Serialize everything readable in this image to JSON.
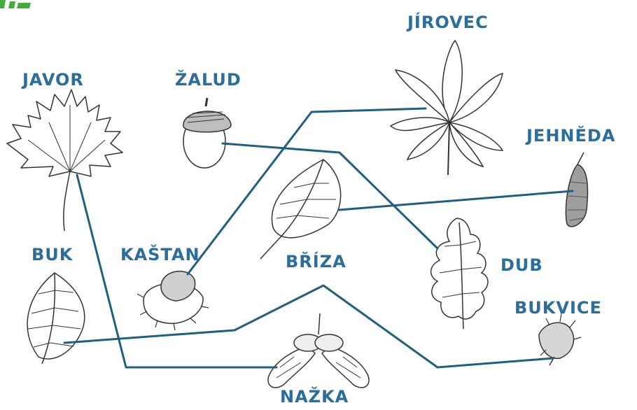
{
  "colors": {
    "label": "#2b6e9c",
    "line": "#1f5f7f",
    "ink": "#333333",
    "corner_accent": "#3fae3f"
  },
  "labels": {
    "javor": "JAVOR",
    "zalud": "ŽALUD",
    "jirovec": "JÍROVEC",
    "jehneda": "JEHNĚDA",
    "buk": "BUK",
    "kastan": "KAŠTAN",
    "briza": "BŘÍZA",
    "dub": "DUB",
    "bukvice": "BUKVICE",
    "nazka": "NAŽKA"
  },
  "items": [
    {
      "id": "javor",
      "icon": "maple-leaf-icon"
    },
    {
      "id": "zalud",
      "icon": "acorn-icon"
    },
    {
      "id": "jirovec",
      "icon": "horse-chestnut-leaf-icon"
    },
    {
      "id": "jehneda",
      "icon": "catkin-icon"
    },
    {
      "id": "buk",
      "icon": "beech-leaf-icon"
    },
    {
      "id": "kastan",
      "icon": "chestnut-fruit-icon"
    },
    {
      "id": "briza",
      "icon": "birch-leaf-icon"
    },
    {
      "id": "dub",
      "icon": "oak-leaf-icon"
    },
    {
      "id": "bukvice",
      "icon": "beechnut-icon"
    },
    {
      "id": "nazka",
      "icon": "maple-seed-icon"
    }
  ],
  "connections": [
    {
      "from": "jirovec",
      "to": "kastan"
    },
    {
      "from": "zalud",
      "to": "dub"
    },
    {
      "from": "briza",
      "to": "jehneda"
    },
    {
      "from": "javor",
      "to": "nazka"
    },
    {
      "from": "buk",
      "to": "bukvice"
    }
  ]
}
